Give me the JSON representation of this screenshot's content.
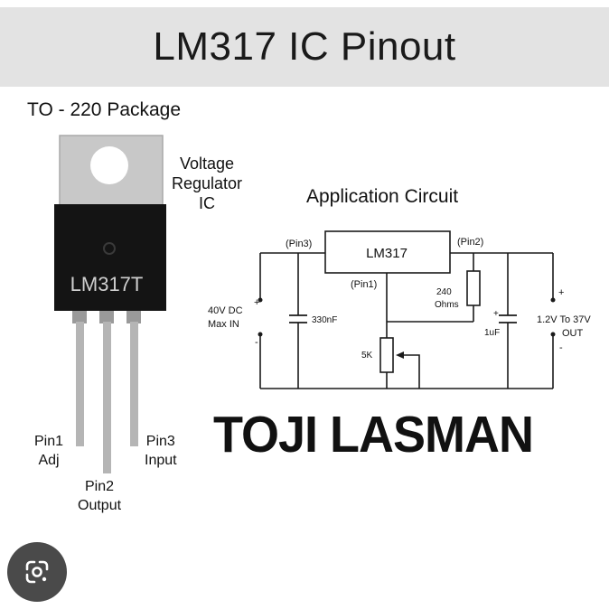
{
  "header": {
    "title": "LM317 IC Pinout"
  },
  "package": {
    "label": "TO - 220 Package",
    "part_marking": "LM317T",
    "description_lines": [
      "Voltage",
      "Regulator",
      "IC"
    ],
    "pins": [
      {
        "id": "pin1",
        "line1": "Pin1",
        "line2": "Adj"
      },
      {
        "id": "pin2",
        "line1": "Pin2",
        "line2": "Output"
      },
      {
        "id": "pin3",
        "line1": "Pin3",
        "line2": "Input"
      }
    ]
  },
  "circuit": {
    "title": "Application Circuit",
    "ic_label": "LM317",
    "pin3_label": "(Pin3)",
    "pin2_label": "(Pin2)",
    "pin1_label": "(Pin1)",
    "input_line1": "40V DC",
    "input_line2": "Max IN",
    "cap_in": "330nF",
    "res_line1": "240",
    "res_line2": "Ohms",
    "cap_out": "1uF",
    "pot": "5K",
    "output_line1": "1.2V To 37V",
    "output_line2": "OUT",
    "plus": "+",
    "minus": "-"
  },
  "watermark": "TOJI LASMAN",
  "lens_button": {
    "icon": "google-lens-icon"
  }
}
